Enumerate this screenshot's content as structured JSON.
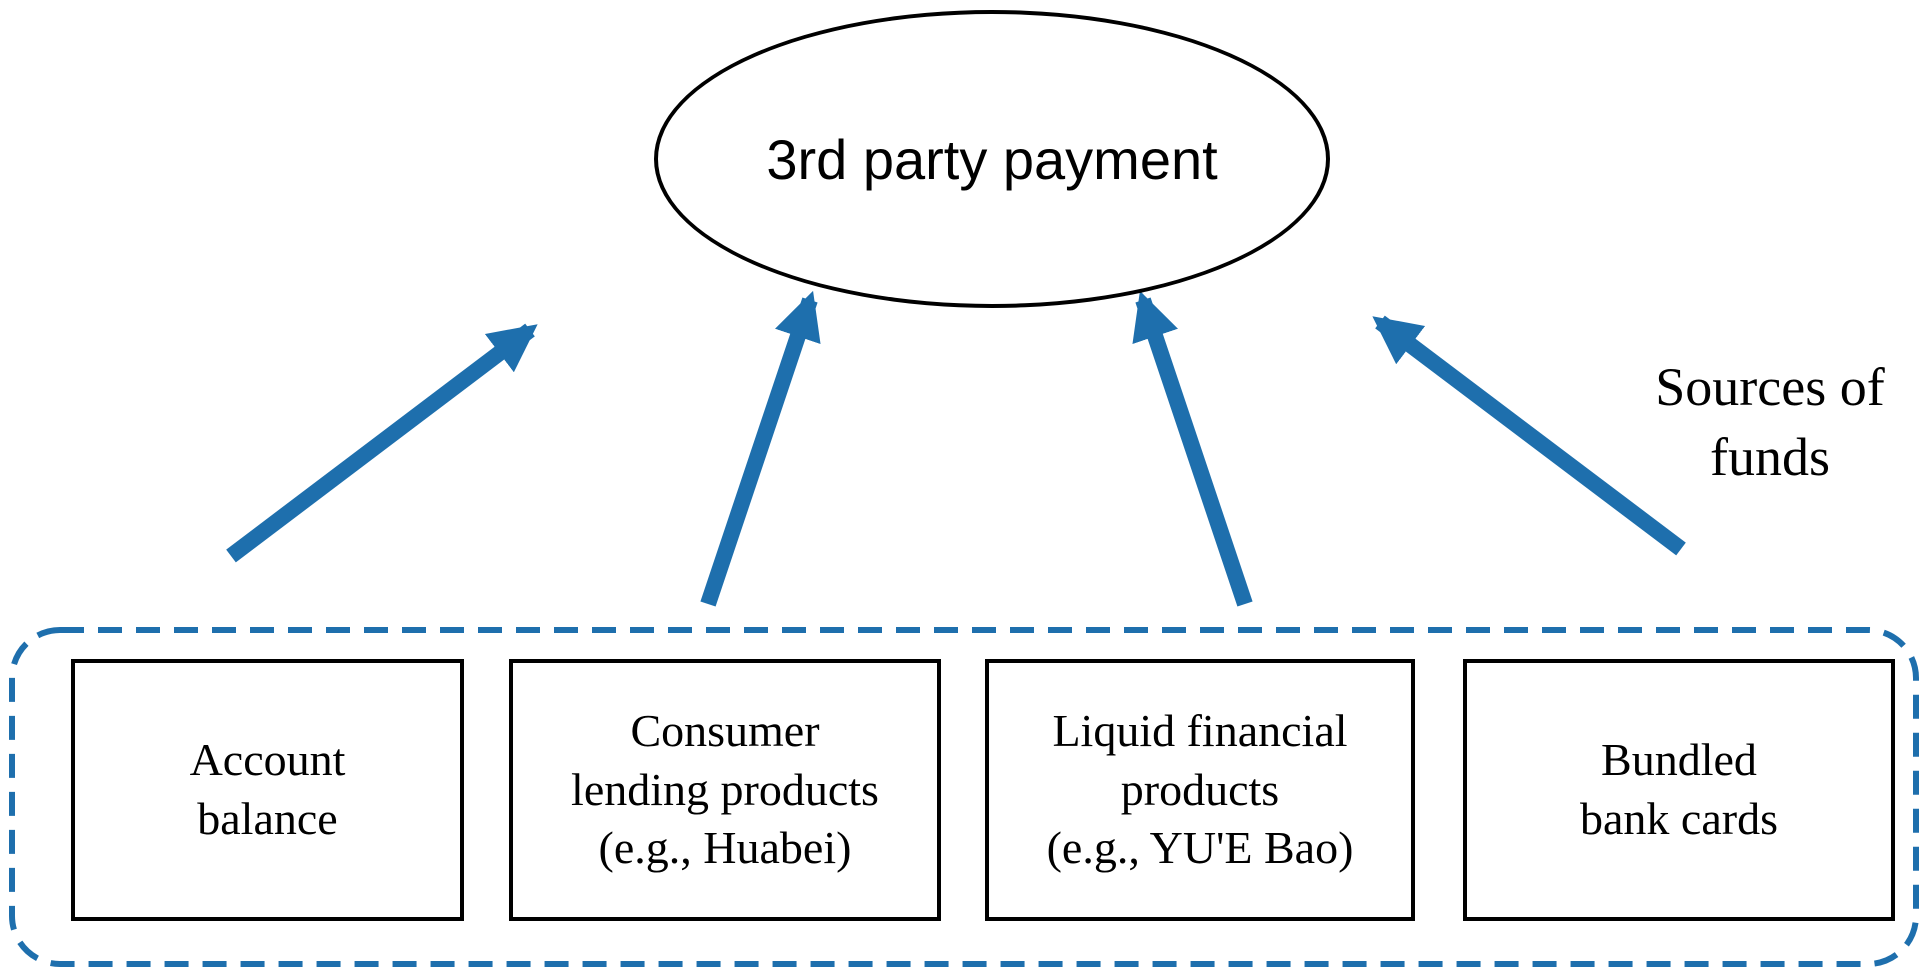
{
  "diagram": {
    "title": "3rd party payment",
    "side_label": "Sources of\nfunds",
    "boxes": [
      {
        "label": "Account\nbalance"
      },
      {
        "label": "Consumer\nlending products\n(e.g., Huabei)"
      },
      {
        "label": "Liquid financial\nproducts\n(e.g., YU'E Bao)"
      },
      {
        "label": "Bundled\nbank cards"
      }
    ],
    "colors": {
      "arrow_blue": "#1e6fad",
      "border_black": "#000000",
      "background": "#ffffff"
    }
  }
}
